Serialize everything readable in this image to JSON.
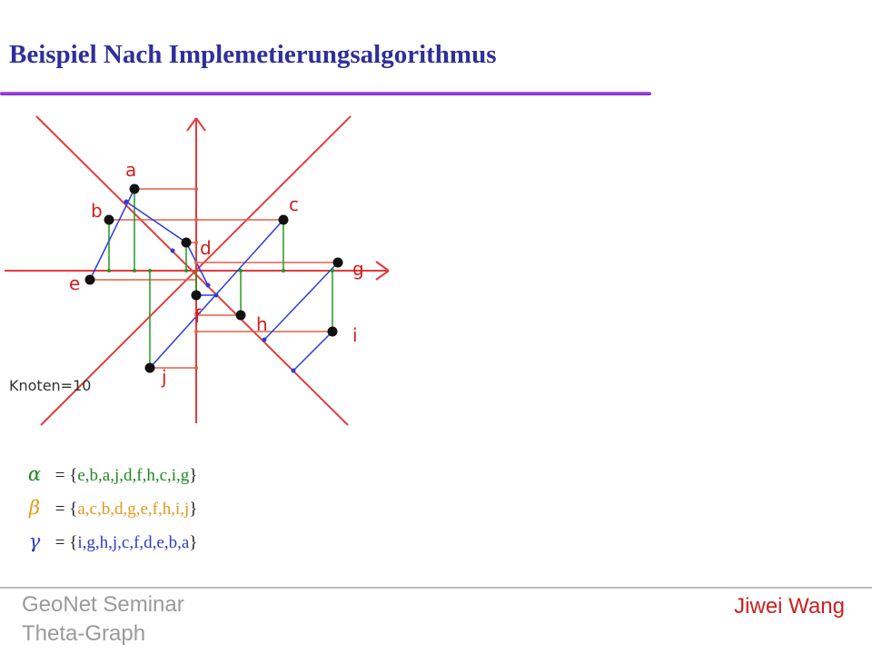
{
  "slide": {
    "title": "Beispiel Nach Implemetierungsalgorithmus"
  },
  "diagram": {
    "node_count_label": "Knoten=10",
    "nodes": [
      {
        "label": "a"
      },
      {
        "label": "b"
      },
      {
        "label": "c"
      },
      {
        "label": "d"
      },
      {
        "label": "e"
      },
      {
        "label": "f"
      },
      {
        "label": "g"
      },
      {
        "label": "h"
      },
      {
        "label": "i"
      },
      {
        "label": "j"
      }
    ],
    "colors": {
      "cone_lines": "#e33b3b",
      "axes": "#e33b3b",
      "blue_edges": "#2a3ce0",
      "green_edges": "#1f9a1f",
      "orange_edges": "#e0624a",
      "node_fill": "#111111"
    }
  },
  "sets": [
    {
      "symbol": "α",
      "equals": " = {",
      "members": "e,b,a,j,d,f,h,c,i,g",
      "close": "}",
      "color": "#1f8a1f"
    },
    {
      "symbol": "β",
      "equals": " = {",
      "members": "a,c,b,d,g,e,f,h,i,j",
      "close": "}",
      "color": "#e39a1a"
    },
    {
      "symbol": "γ",
      "equals": " = {",
      "members": "i,g,h,j,c,f,d,e,b,a",
      "close": "}",
      "color": "#2a3cc8"
    }
  ],
  "footer": {
    "line1": "GeoNet Seminar",
    "line2": "Theta-Graph",
    "author": "Jiwei Wang"
  }
}
